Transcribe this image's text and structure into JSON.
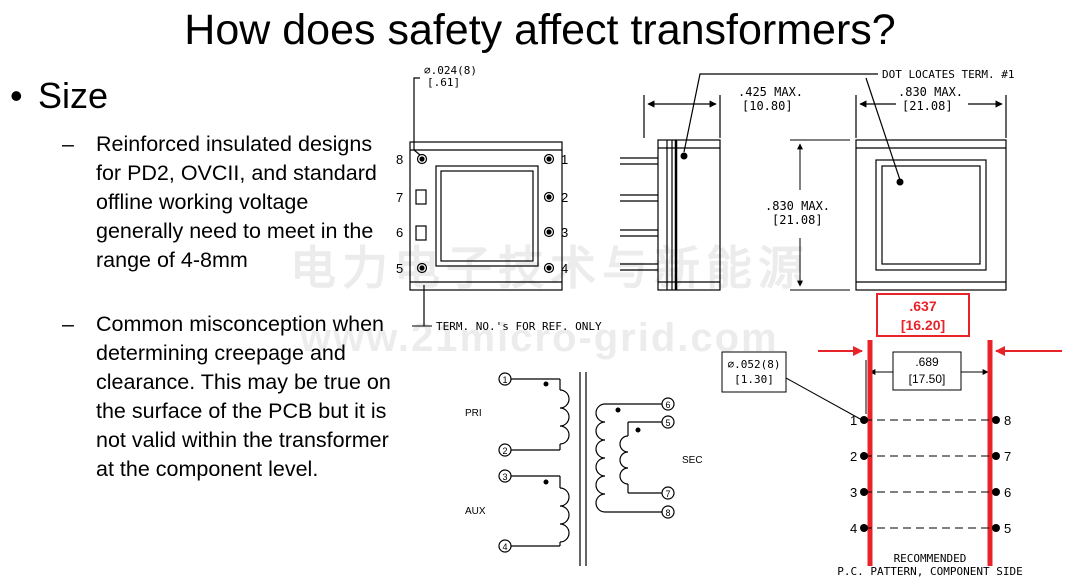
{
  "slide": {
    "title": "How does safety affect transformers?",
    "bullet": "Size",
    "subpoints": [
      {
        "text": "Reinforced insulated designs for PD2, OVCII, and standard offline working voltage generally need to meet in the range of 4-8mm"
      },
      {
        "text": "Common misconception when determining creepage and clearance. This may be true on the surface of the PCB but it is not valid within the transformer at the component level."
      }
    ]
  },
  "watermark": {
    "line1": "电力电子技术与新能源",
    "line2": "www.21micro-grid.com"
  },
  "drawing": {
    "pin_dia": "⌀.024(8)",
    "pin_dia_mm": "[.61]",
    "depth": ".425 MAX.",
    "depth_mm": "[10.80]",
    "width": ".830 MAX.",
    "width_mm": "[21.08]",
    "height": ".830 MAX.",
    "height_mm": "[21.08]",
    "dot_note": "DOT LOCATES TERM. #1",
    "term_note": "TERM. NO.'s FOR REF. ONLY",
    "pins_left": [
      "8",
      "7",
      "6",
      "5"
    ],
    "pins_right": [
      "1",
      "2",
      "3",
      "4"
    ]
  },
  "schematic": {
    "pri": "PRI",
    "aux": "AUX",
    "sec": "SEC",
    "terminals_left": [
      "1",
      "2",
      "3",
      "4"
    ],
    "terminals_right": [
      "6",
      "5",
      "7",
      "8"
    ]
  },
  "pcb": {
    "highlight_value": ".637",
    "highlight_value_mm": "[16.20]",
    "hole_dia": "⌀.052(8)",
    "hole_dia_mm": "[1.30]",
    "spacing": ".689",
    "spacing_mm": "[17.50]",
    "pins_left": [
      "1",
      "2",
      "3",
      "4"
    ],
    "pins_right": [
      "8",
      "7",
      "6",
      "5"
    ],
    "caption1": "RECOMMENDED",
    "caption2": "P.C. PATTERN, COMPONENT SIDE"
  },
  "colors": {
    "accent_red": "#e8242a",
    "ink": "#000000"
  }
}
